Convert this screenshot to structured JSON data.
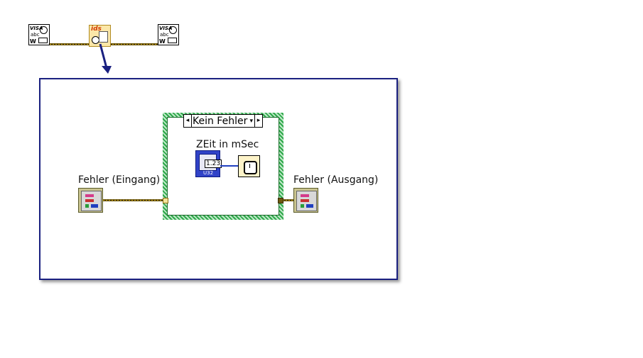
{
  "top_row": {
    "visa_left": {
      "line1": "VISA",
      "line2": "abc",
      "line3": "W"
    },
    "subvi": {
      "badge": "ids"
    },
    "visa_right": {
      "line1": "VISA",
      "line2": "abc",
      "line3": "W"
    }
  },
  "case_structure": {
    "selector_label": "Kein Fehler",
    "left_arrow": "◂",
    "right_arrow": "▸",
    "dropdown": "▾"
  },
  "labels": {
    "error_in": "Fehler (Eingang)",
    "error_out": "Fehler (Ausgang)",
    "time_control": "ZEit in mSec"
  },
  "time_control": {
    "value": "1.23",
    "type": "U32"
  },
  "colors": {
    "error_wire": "#c9a21c",
    "case_border": "#2ea84a",
    "frame_border": "#1a2080",
    "numeric_wire": "#2040c0",
    "pointer_arrow": "#1a2080"
  },
  "icons": [
    "visa-icon",
    "subvi-icon",
    "wait-icon",
    "error-cluster-icon",
    "numeric-control-icon"
  ]
}
